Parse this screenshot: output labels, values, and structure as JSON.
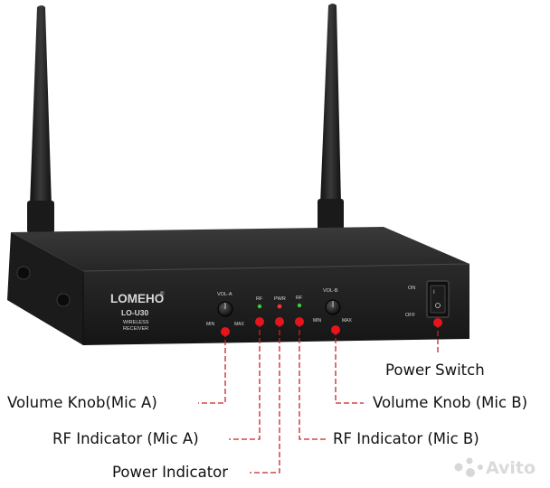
{
  "device": {
    "brand": "LOMEHO",
    "brand_mark": "®",
    "model": "LO-U30",
    "subtitle_line1": "WIRELESS",
    "subtitle_line2": "RECEIVER",
    "vol_a": "VOL-A",
    "vol_b": "VOL-B",
    "min": "MIN",
    "max": "MAX",
    "rf": "RF",
    "pwr": "PWR",
    "on": "ON",
    "off": "OFF"
  },
  "callouts": {
    "power_switch": "Power Switch",
    "volume_knob_a": "Volume Knob(Mic A)",
    "volume_knob_b": "Volume Knob (Mic B)",
    "rf_indicator_a": "RF Indicator (Mic A)",
    "rf_indicator_b": "RF Indicator (Mic B)",
    "power_indicator": "Power Indicator"
  },
  "watermark": "Avito",
  "colors": {
    "marker": "#e8141c",
    "leader": "#cc2222",
    "body": "#1f1f1f",
    "led_green": "#3ccd3c",
    "led_red": "#ff3030"
  }
}
